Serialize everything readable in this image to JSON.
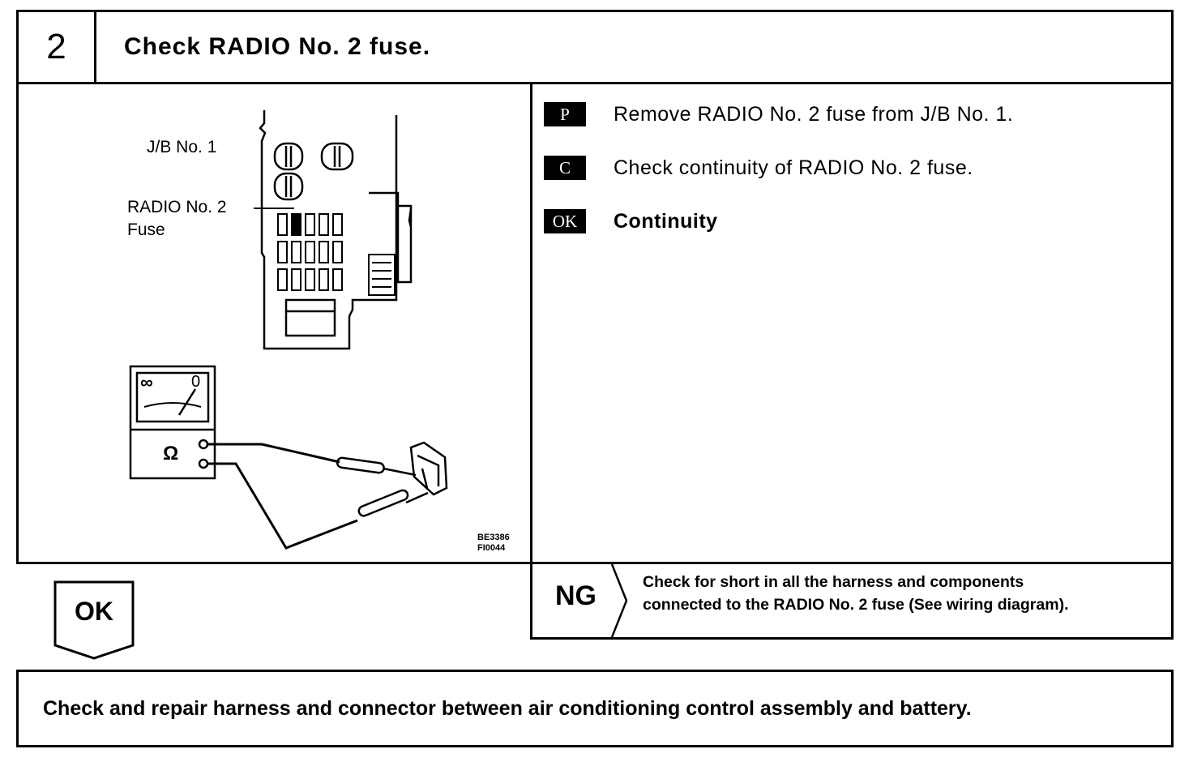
{
  "step": {
    "number": "2",
    "title": "Check RADIO No. 2 fuse."
  },
  "illustration": {
    "jb_label": "J/B No. 1",
    "fuse_label_line1": "RADIO No. 2",
    "fuse_label_line2": "Fuse",
    "meter_infinity": "∞",
    "meter_zero": "0",
    "meter_ohm": "Ω",
    "figure_codes": [
      "BE3386",
      "FI0044"
    ]
  },
  "instructions": [
    {
      "badge": "P",
      "text": "Remove RADIO No. 2 fuse from J/B No. 1.",
      "bold": false
    },
    {
      "badge": "C",
      "text": "Check continuity of RADIO No. 2 fuse.",
      "bold": false
    },
    {
      "badge": "OK",
      "text": "Continuity",
      "bold": true
    }
  ],
  "ng": {
    "label": "NG",
    "text_line1": "Check for short in all the harness and components",
    "text_line2": "connected to the RADIO No. 2 fuse (See wiring diagram)."
  },
  "ok_branch": {
    "label": "OK"
  },
  "action": {
    "text": "Check and repair harness and connector between air conditioning control assembly and battery."
  }
}
